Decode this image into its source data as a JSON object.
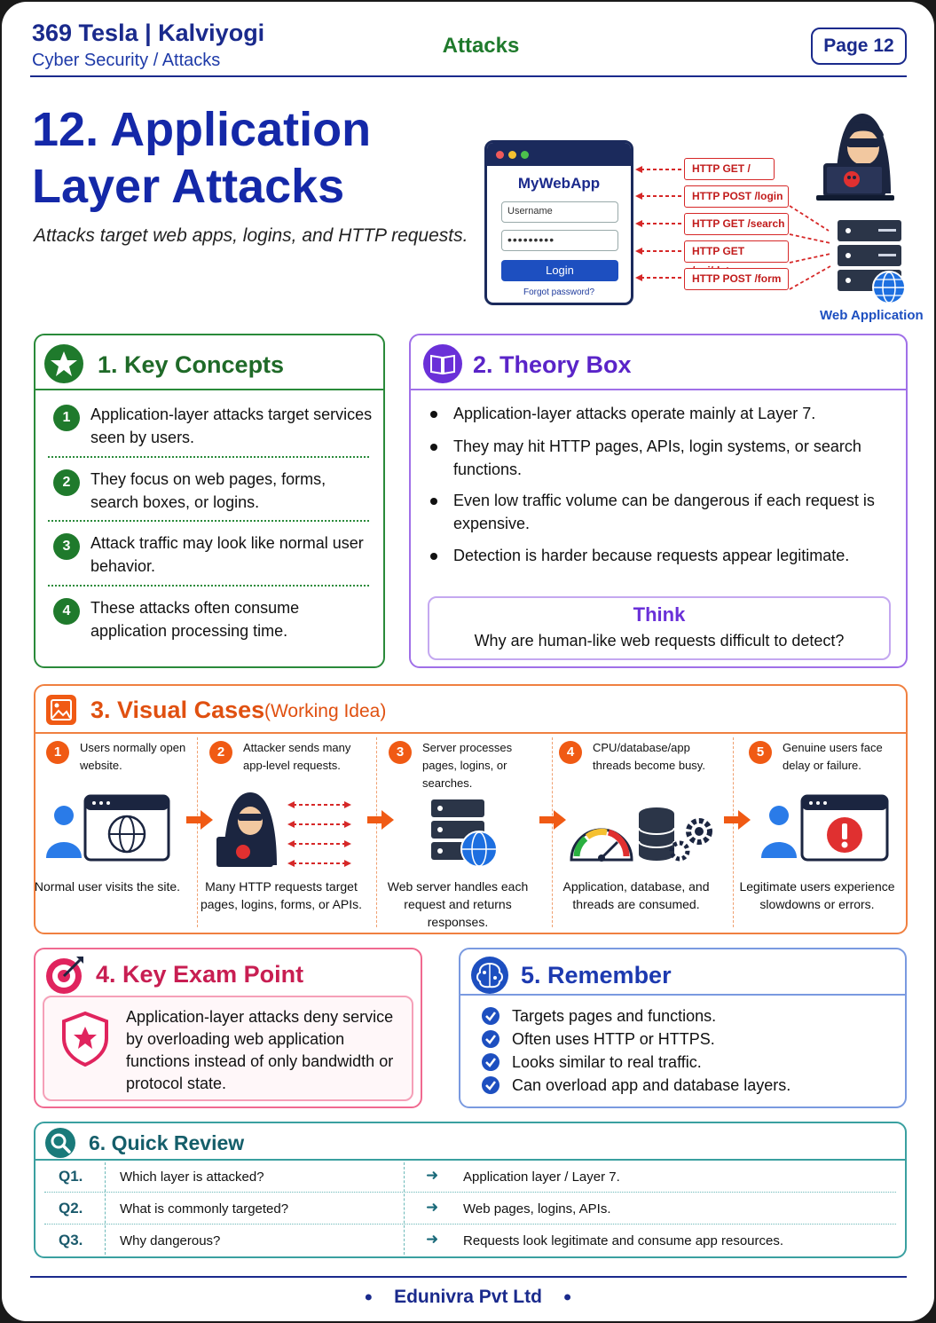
{
  "header": {
    "brand": "369 Tesla | Kalviyogi",
    "breadcrumb": "Cyber Security / Attacks",
    "center_label": "Attacks",
    "page_label": "Page 12"
  },
  "title": {
    "main": "12. Application Layer Attacks",
    "subtitle": "Attacks target web apps, logins, and HTTP requests."
  },
  "illustration": {
    "app_name": "MyWebApp",
    "username_placeholder": "Username",
    "password_value": "•••••••••",
    "login_button": "Login",
    "forgot_link": "Forgot password?",
    "requests": [
      "HTTP GET /",
      "HTTP POST /login",
      "HTTP GET /search",
      "HTTP GET /api/data",
      "HTTP POST /form"
    ],
    "server_label": "Web Application"
  },
  "key_concepts": {
    "title": "1. Key Concepts",
    "items": [
      {
        "num": "1",
        "text": "Application-layer attacks target services seen by users."
      },
      {
        "num": "2",
        "text": "They focus on web pages, forms, search boxes, or logins."
      },
      {
        "num": "3",
        "text": "Attack traffic may look like normal user behavior."
      },
      {
        "num": "4",
        "text": "These attacks often consume application processing time."
      }
    ]
  },
  "theory_box": {
    "title": "2. Theory Box",
    "items": [
      "Application-layer attacks operate mainly at Layer 7.",
      "They may hit HTTP pages, APIs, login systems, or search functions.",
      "Even low traffic volume can be dangerous if each request is expensive.",
      "Detection is harder because requests appear legitimate."
    ],
    "think_title": "Think",
    "think_text": "Why are human-like web requests difficult to detect?"
  },
  "visual_cases": {
    "title": "3. Visual Cases",
    "title_note": "(Working Idea)",
    "steps": [
      {
        "num": "1",
        "text": "Users normally open website.",
        "caption": "Normal user visits the site."
      },
      {
        "num": "2",
        "text": "Attacker sends many app-level requests.",
        "caption": "Many HTTP requests target pages, logins, forms, or APIs."
      },
      {
        "num": "3",
        "text": "Server processes pages, logins, or searches.",
        "caption": "Web server handles each request and returns responses."
      },
      {
        "num": "4",
        "text": "CPU/database/app threads become busy.",
        "caption": "Application, database, and threads are consumed."
      },
      {
        "num": "5",
        "text": "Genuine users face delay or failure.",
        "caption": "Legitimate users experience slowdowns or errors."
      }
    ]
  },
  "exam_point": {
    "title": "4. Key Exam Point",
    "text": "Application-layer attacks deny service by overloading web application functions instead of only bandwidth or protocol state."
  },
  "remember": {
    "title": "5. Remember",
    "items": [
      "Targets pages and functions.",
      "Often uses HTTP or HTTPS.",
      "Looks similar to real traffic.",
      "Can overload app and database layers."
    ]
  },
  "quick_review": {
    "title": "6. Quick Review",
    "rows": [
      {
        "q": "Q1.",
        "question": "Which layer is attacked?",
        "answer": "Application layer / Layer 7."
      },
      {
        "q": "Q2.",
        "question": "What is commonly targeted?",
        "answer": "Web pages, logins, APIs."
      },
      {
        "q": "Q3.",
        "question": "Why dangerous?",
        "answer": "Requests look legitimate and consume app resources."
      }
    ]
  },
  "footer": {
    "company": "Edunivra Pvt Ltd"
  },
  "colors": {
    "navy": "#1a2a8c",
    "green": "#1f7a2c",
    "purple": "#7a3ae0",
    "orange": "#f05a14",
    "pink": "#e0245e",
    "blue": "#1d4fc0",
    "teal": "#1a7a7a",
    "red": "#d62828"
  }
}
